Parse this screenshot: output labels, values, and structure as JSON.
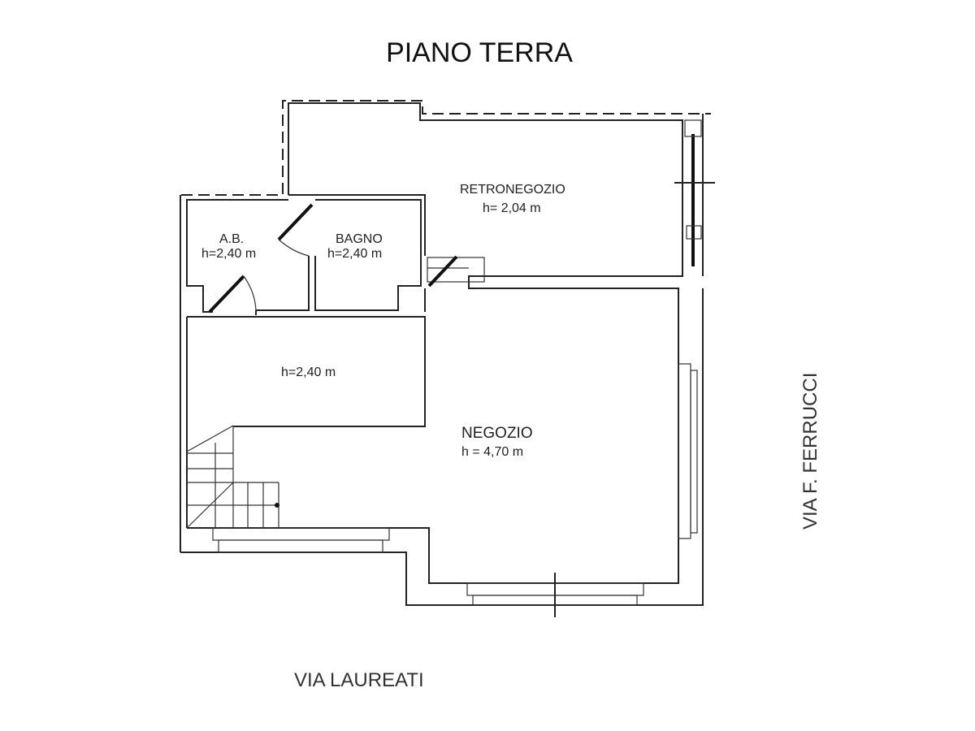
{
  "title": "PIANO TERRA",
  "rooms": {
    "retronegozio": {
      "name": "RETRONEGOZIO",
      "height": "h= 2,04 m"
    },
    "ab": {
      "name": "A.B.",
      "height": "h=2,40 m"
    },
    "bagno": {
      "name": "BAGNO",
      "height": "h=2,40 m"
    },
    "disimpegno": {
      "height": "h=2,40 m"
    },
    "negozio": {
      "name": "NEGOZIO",
      "height": "h = 4,70 m"
    }
  },
  "streets": {
    "right": "VIA F. FERRUCCI",
    "bottom": "VIA LAUREATI"
  }
}
